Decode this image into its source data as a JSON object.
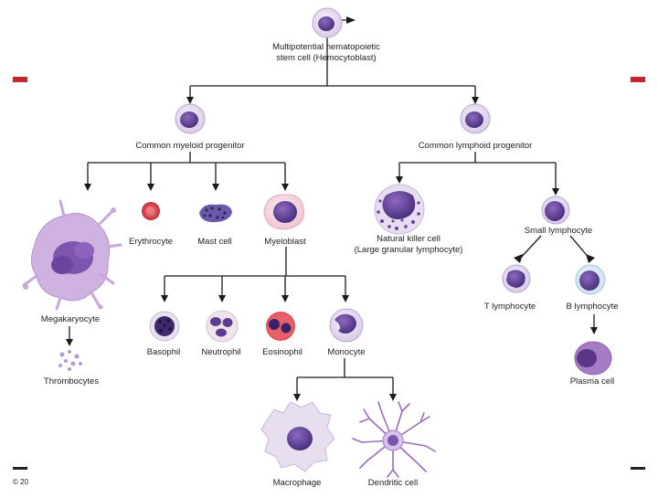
{
  "diagram": {
    "stem_cell_label": [
      "Multipotential hematopoietic",
      "stem cell (Hemocytoblast)"
    ],
    "myeloid_progenitor": "Common myeloid progenitor",
    "lymphoid_progenitor": "Common lymphoid progenitor",
    "megakaryocyte": "Megakaryocyte",
    "thrombocytes": "Thrombocytes",
    "erythrocyte": "Erythrocyte",
    "mast_cell": "Mast cell",
    "myeloblast": "Myeloblast",
    "nk_cell": [
      "Natural killer cell",
      "(Large granular lymphocyte)"
    ],
    "small_lymphocyte": "Small lymphocyte",
    "t_lymphocyte": "T lymphocyte",
    "b_lymphocyte": "B lymphocyte",
    "plasma_cell": "Plasma cell",
    "basophil": "Basophil",
    "neutrophil": "Neutrophil",
    "eosinophil": "Eosinophil",
    "monocyte": "Monocyte",
    "macrophage": "Macrophage",
    "dendritic_cell": "Dendritic cell",
    "copyright": "© 20"
  },
  "colors": {
    "slide_accent": "#c0282d",
    "cell_membrane": "#e7dff0",
    "cell_nucleus": "#5b3c8f",
    "erythrocyte": "#d9474f",
    "eosinophil_granules": "#e4505b"
  }
}
